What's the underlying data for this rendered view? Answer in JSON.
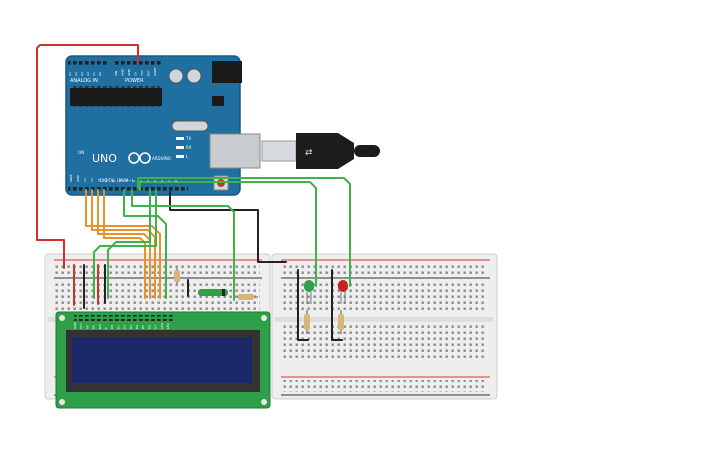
{
  "arduino": {
    "brand": "ARDUINO",
    "model": "UNO",
    "power_label": "POWER",
    "analog_label": "ANALOG IN",
    "digital_label": "DIGITAL (PWM~)",
    "on_label": "ON",
    "tx_label": "TX",
    "rx_label": "RX",
    "l_label": "L",
    "analog_pins": [
      "A5",
      "A4",
      "A3",
      "A2",
      "A1",
      "A0"
    ],
    "power_pins": [
      "VIN",
      "GND",
      "GND",
      "5V",
      "3V3",
      "RST",
      "IOREF"
    ],
    "digital_pins": [
      "0",
      "1",
      "2",
      "3",
      "4",
      "5",
      "6",
      "7",
      "8",
      "9",
      "10",
      "11",
      "12",
      "13",
      "GND",
      "AREF"
    ]
  },
  "lcd": {
    "pin_labels": [
      "GND",
      "VCC",
      "V0",
      "RS",
      "RW",
      "E",
      "D0",
      "D1",
      "D2",
      "D3",
      "D4",
      "D5",
      "D6",
      "D7",
      "LED",
      "LED"
    ]
  },
  "colors": {
    "board": "#1f6fa0",
    "wire_red": "#d0302c",
    "wire_orange": "#e8922a",
    "wire_green": "#3db34a",
    "wire_black": "#222222",
    "led_green": "#2fa04a",
    "led_red": "#c42323",
    "lcd_pcb": "#2fa04a",
    "lcd_screen": "#1a2868"
  }
}
